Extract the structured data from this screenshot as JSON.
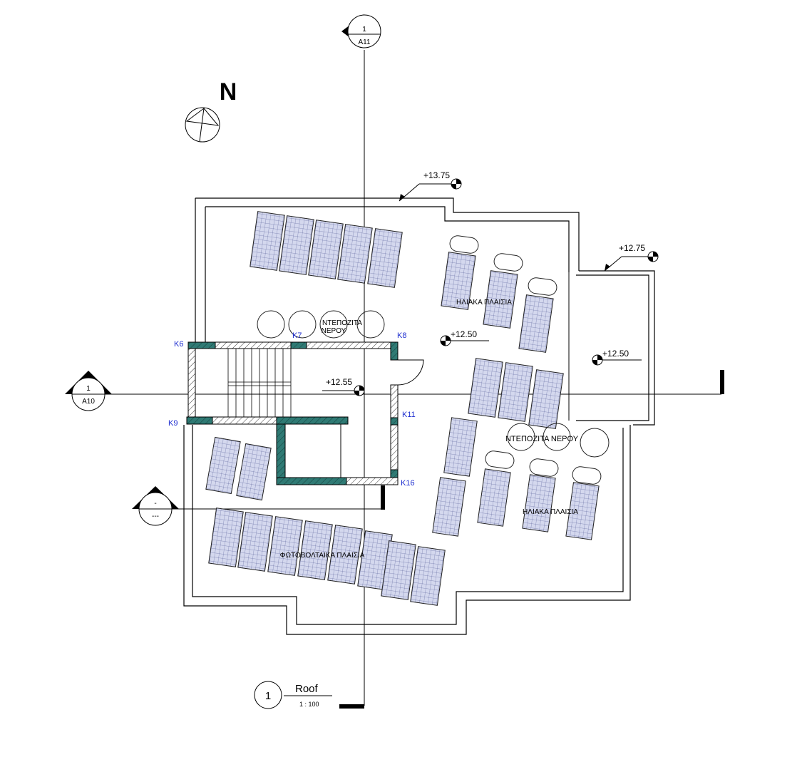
{
  "north": {
    "label": "N"
  },
  "section_markers": {
    "top": {
      "number": "1",
      "sheet": "A11"
    },
    "left": {
      "number": "1",
      "sheet": "A10"
    },
    "lower": {
      "number": "-",
      "sheet": "---"
    }
  },
  "levels": {
    "parapet": "+13.75",
    "terrace": "+12.75",
    "roof_main": "+12.50",
    "roof_side": "+12.50",
    "stair": "+12.55"
  },
  "columns": {
    "k6": "K6",
    "k7": "K7",
    "k8": "K8",
    "k9": "K9",
    "k11": "K11",
    "k16": "K16"
  },
  "labels": {
    "water_tanks_top_1": "ΝΤΕΠΟΖΙΤΑ",
    "water_tanks_top_2": "ΝΕΡΟΥ",
    "solar_panels_top": "ΗΛΙΑΚΑ ΠΛΑΙΣΙΑ",
    "water_tanks_right": "ΝΤΕΠΟΖΙΤΑ  ΝΕΡΟΥ",
    "solar_panels_right": "ΗΛΙΑΚΑ ΠΛΑΙΣΙΑ",
    "photovoltaic": "ΦΩΤΟΒΟΛΤΑΙΚΑ ΠΛΑΙΣΙΑ"
  },
  "title_block": {
    "number": "1",
    "name": "Roof",
    "scale": "1 : 100"
  }
}
